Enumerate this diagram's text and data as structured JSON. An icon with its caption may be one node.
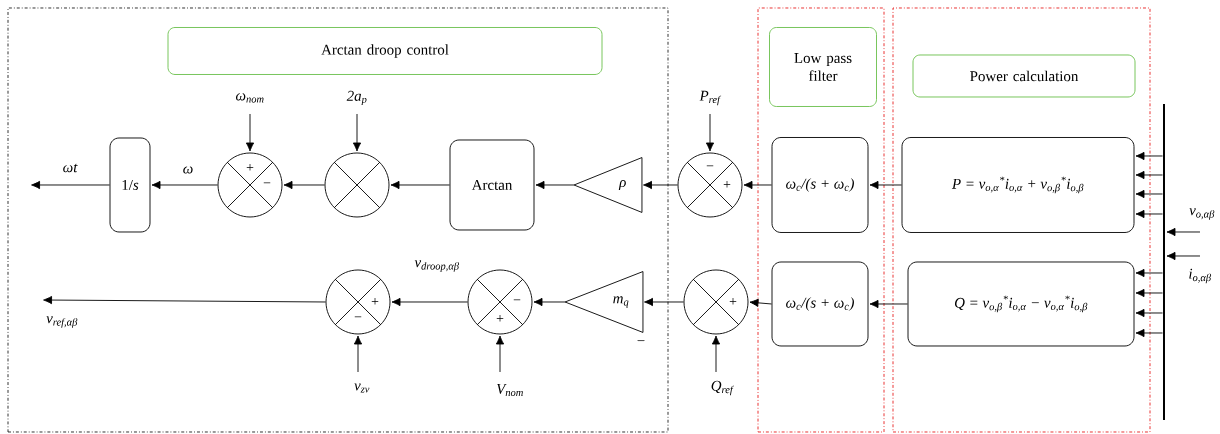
{
  "diagram": {
    "nodes": [
      {
        "text": [],
        "shape": "box"
      },
      {
        "text": [
          "Arctan droop control"
        ],
        "in": 0
      },
      {
        "text": [],
        "shape": "box"
      },
      {
        "text": [
          "Low pass filter"
        ],
        "in": 2
      },
      {
        "text": [],
        "shape": "box"
      },
      {
        "text": [
          "Power calculation"
        ],
        "in": 4
      },
      {
        "text": [
          "1/*s*"
        ],
        "in": 0
      },
      {
        "text": [
          "+",
          "−"
        ],
        "in": 0
      },
      {
        "text": [],
        "shape": "circle",
        "in": 0
      },
      {
        "text": [
          "Arctan"
        ],
        "in": 0
      },
      {
        "text": [
          "ρ"
        ],
        "in": 0
      },
      {
        "text": [
          "−",
          "+"
        ]
      },
      {
        "text": [
          "ω$_{c}$/(s + ω$_{c}$)"
        ],
        "in": 2
      },
      {
        "text": [
          "P = v$_{o,α}$$^{*}$i$_{o,α}$ + v$_{o,β}$$^{*}$i$_{o,β}$"
        ],
        "in": 4
      },
      {
        "text": [
          "+",
          "−"
        ],
        "in": 0
      },
      {
        "text": [
          "−",
          "+"
        ],
        "in": 0
      },
      {
        "text": [
          "m$_{q}$"
        ],
        "in": 0
      },
      {
        "text": [
          "+"
        ]
      },
      {
        "text": [
          "ω$_{c}$/(s + ω$_{c}$)"
        ],
        "in": 2
      },
      {
        "text": [
          "Q = v$_{o,β}$$^{*}$i$_{o,α}$ − v$_{o,α}$$^{*}$i$_{o,β}$"
        ],
        "in": 4
      },
      {
        "text": [],
        "shape": "bar"
      }
    ],
    "edges": [
      {
        "from": 13,
        "to": 12,
        "arrow": "to"
      },
      {
        "from": 12,
        "to": 11,
        "arrow": "to"
      },
      {
        "from": null,
        "to": 11,
        "arrow": "to",
        "label": "P$_{ref}$"
      },
      {
        "from": 11,
        "to": 10,
        "arrow": "to"
      },
      {
        "from": 10,
        "to": 9,
        "arrow": "to"
      },
      {
        "from": 9,
        "to": 8,
        "arrow": "to"
      },
      {
        "from": null,
        "to": 8,
        "arrow": "to",
        "label": "2a$_{p}$"
      },
      {
        "from": 8,
        "to": 7,
        "arrow": "to"
      },
      {
        "from": null,
        "to": 7,
        "arrow": "to",
        "label": "ω$_{nom}$"
      },
      {
        "from": 7,
        "to": 6,
        "arrow": "to",
        "label": "ω"
      },
      {
        "from": 6,
        "to": null,
        "arrow": "to",
        "label": "ωt"
      },
      {
        "from": 19,
        "to": 18,
        "arrow": "to"
      },
      {
        "from": 18,
        "to": 17,
        "arrow": "to"
      },
      {
        "from": null,
        "to": 17,
        "arrow": "to",
        "label": "Q$_{ref}$"
      },
      {
        "from": 17,
        "to": 16,
        "arrow": "to"
      },
      {
        "from": 16,
        "to": 15,
        "arrow": "to"
      },
      {
        "from": null,
        "to": 15,
        "arrow": "to",
        "label": "V$_{nom}$"
      },
      {
        "from": 15,
        "to": 14,
        "arrow": "to",
        "label": "v$_{droop,αβ}$"
      },
      {
        "from": null,
        "to": 14,
        "arrow": "to",
        "label": "v$_{zv}$"
      },
      {
        "from": 14,
        "to": null,
        "arrow": "to",
        "label": "v$_{ref,αβ}$"
      },
      {
        "from": null,
        "to": 20,
        "arrow": "to",
        "label": "v$_{o,αβ}$"
      },
      {
        "from": null,
        "to": 20,
        "arrow": "to",
        "label": "i$_{o,αβ}$"
      },
      {
        "from": 20,
        "to": 13,
        "arrow": "to"
      },
      {
        "from": 20,
        "to": 13,
        "arrow": "to"
      },
      {
        "from": 20,
        "to": 13,
        "arrow": "to"
      },
      {
        "from": 20,
        "to": 13,
        "arrow": "to"
      },
      {
        "from": 20,
        "to": 19,
        "arrow": "to"
      },
      {
        "from": 20,
        "to": 19,
        "arrow": "to"
      },
      {
        "from": 20,
        "to": 19,
        "arrow": "to"
      },
      {
        "from": 20,
        "to": 19,
        "arrow": "to"
      }
    ],
    "labels": [
      "−"
    ]
  }
}
